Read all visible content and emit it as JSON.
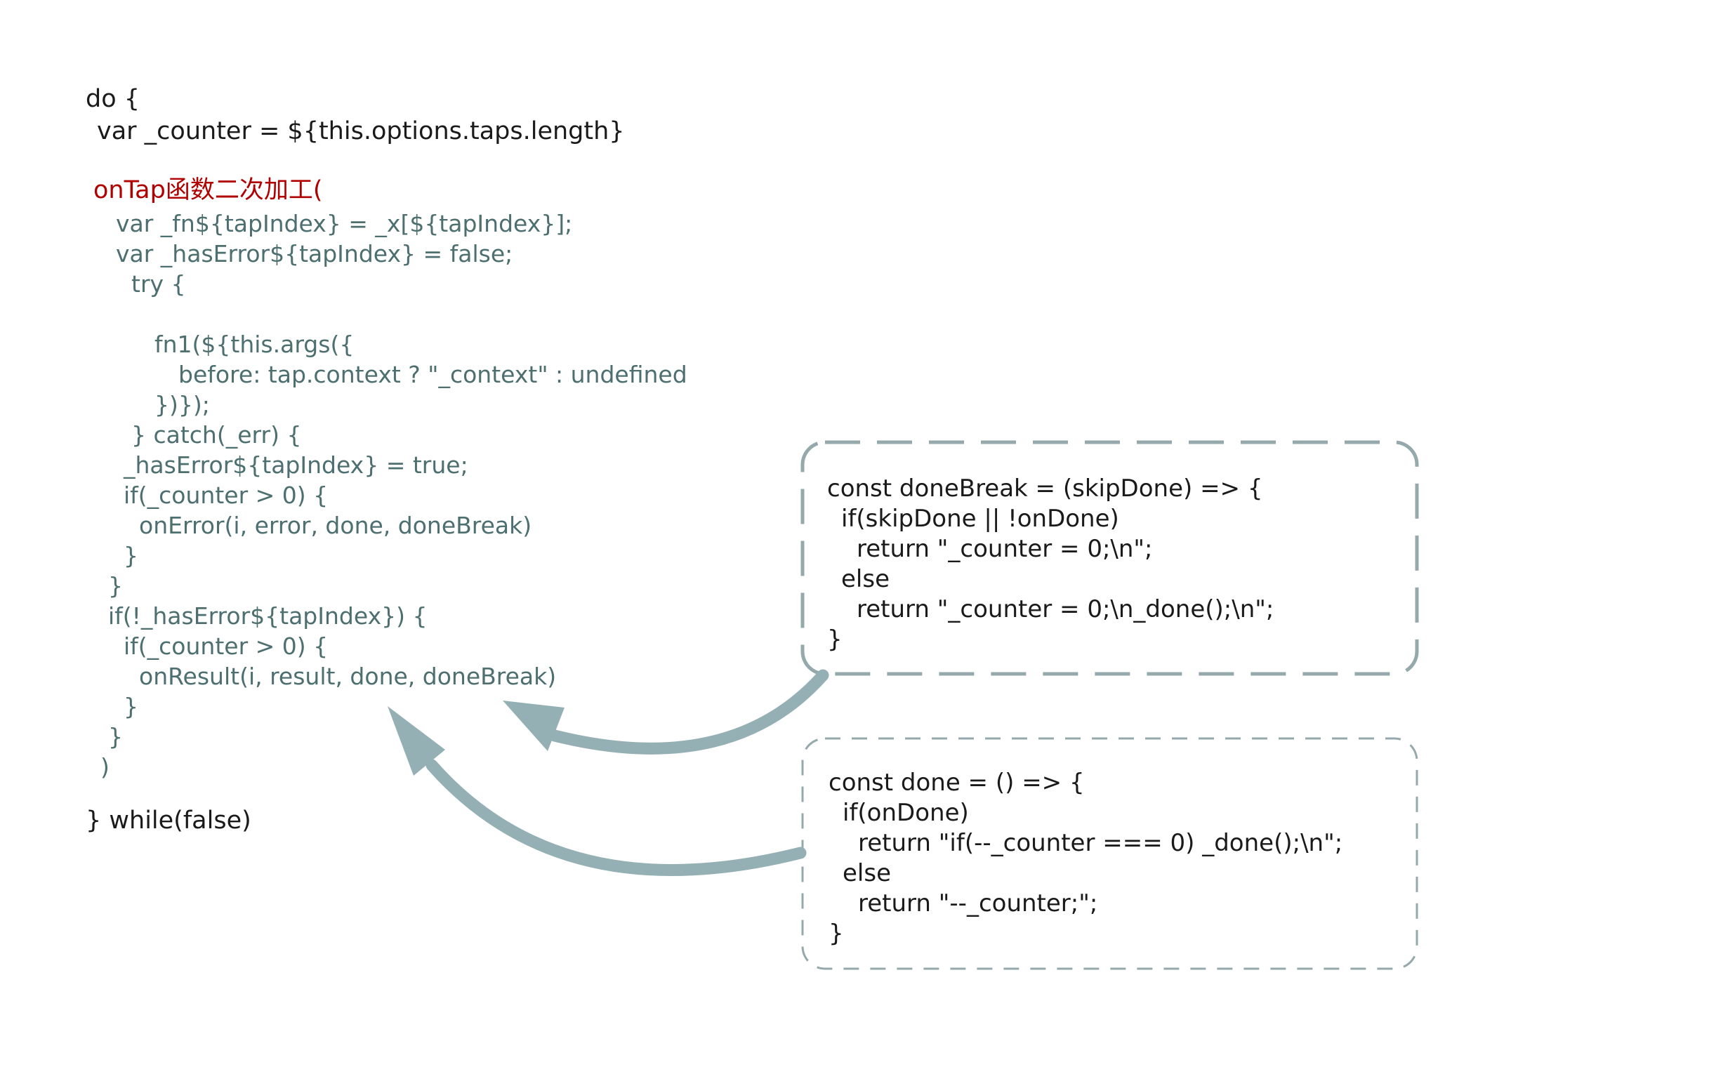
{
  "left_code": {
    "do_open": "do {",
    "counter_decl": "var _counter = ${this.options.taps.length}",
    "ontap_title": "onTap函数二次加工(",
    "lines": [
      "var _fn${tapIndex} = _x[${tapIndex}];",
      "var _hasError${tapIndex} = false;",
      "try {",
      "fn1(${this.args({",
      "before: tap.context ? \"_context\" : undefined",
      "})});",
      "} catch(_err) {",
      "_hasError${tapIndex} = true;",
      "if(_counter > 0) {",
      "onError(i, error, done, doneBreak)",
      "}",
      "}",
      "if(!_hasError${tapIndex}) {",
      "if(_counter > 0) {",
      "onResult(i, result, done, doneBreak)",
      "}",
      "}",
      ")"
    ],
    "while_close": "} while(false)"
  },
  "done_break_box": {
    "lines": [
      "const doneBreak = (skipDone) => {",
      "if(skipDone || !onDone)",
      "return \"_counter = 0;\\n\";",
      "else",
      "return \"_counter = 0;\\n_done();\\n\";",
      "}"
    ]
  },
  "done_box": {
    "lines": [
      "const done = () => {",
      "if(onDone)",
      "return \"if(--_counter === 0) _done();\\n\";",
      "else",
      "return \"--_counter;\";",
      "}"
    ]
  },
  "colors": {
    "code_text": "#4d6f6f",
    "title_red": "#b00000",
    "arrow": "#95b0b4",
    "box_border": "#95a8ab"
  }
}
